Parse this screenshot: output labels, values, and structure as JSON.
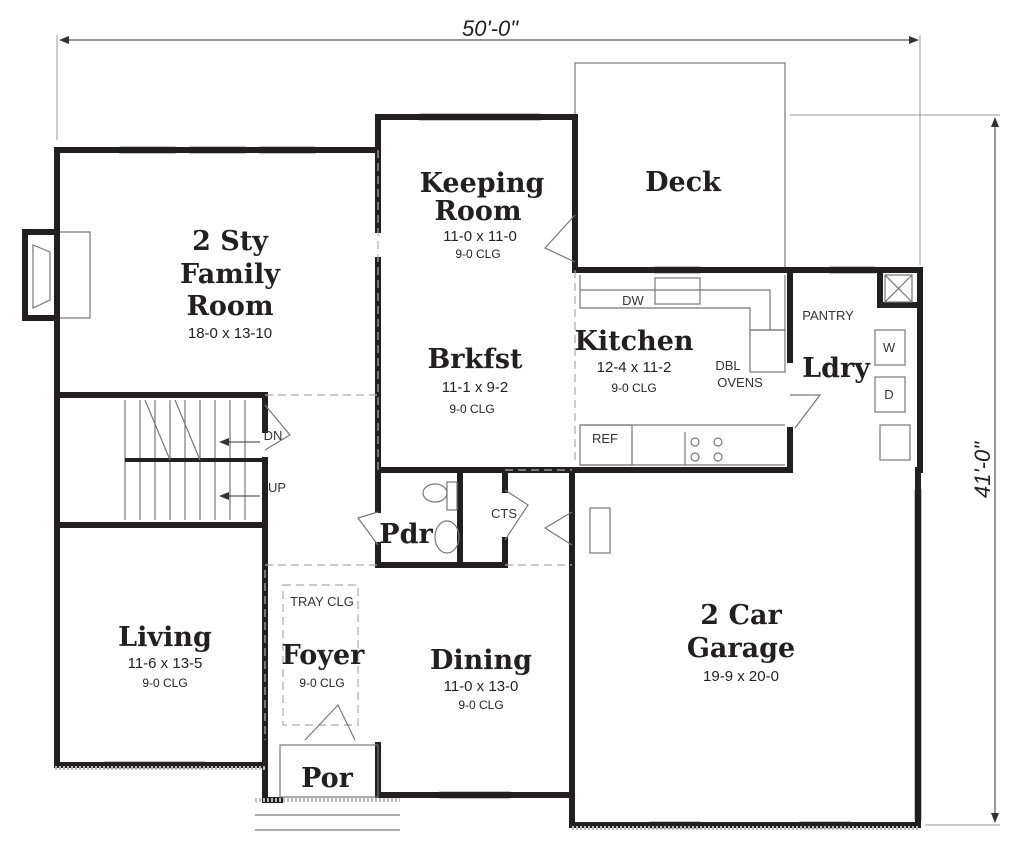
{
  "dimensions": {
    "width": "50'-0\"",
    "depth": "41'-0\""
  },
  "rooms": {
    "family": {
      "line1": "2 Sty",
      "line2": "Family",
      "line3": "Room",
      "size": "18-0 x 13-10"
    },
    "keeping": {
      "line1": "Keeping",
      "line2": "Room",
      "size": "11-0 x 11-0",
      "ceiling": "9-0 CLG"
    },
    "deck": {
      "name": "Deck"
    },
    "brkfst": {
      "name": "Brkfst",
      "size": "11-1 x 9-2",
      "ceiling": "9-0 CLG"
    },
    "kitchen": {
      "name": "Kitchen",
      "size": "12-4 x 11-2",
      "ceiling": "9-0 CLG"
    },
    "ldry": {
      "name": "Ldry"
    },
    "pdr": {
      "name": "Pdr"
    },
    "living": {
      "name": "Living",
      "size": "11-6 x 13-5",
      "ceiling": "9-0 CLG"
    },
    "foyer": {
      "name": "Foyer",
      "ceiling": "9-0 CLG",
      "tray": "TRAY CLG"
    },
    "dining": {
      "name": "Dining",
      "size": "11-0 x 13-0",
      "ceiling": "9-0 CLG"
    },
    "garage": {
      "line1": "2 Car",
      "line2": "Garage",
      "size": "19-9 x 20-0"
    },
    "porch": {
      "name": "Por"
    }
  },
  "fixtures": {
    "dw": "DW",
    "ref": "REF",
    "dbl": "DBL",
    "ovens": "OVENS",
    "pantry": "PANTRY",
    "washer": "W",
    "dryer": "D",
    "cts": "CTS",
    "dn": "DN",
    "up": "UP"
  }
}
